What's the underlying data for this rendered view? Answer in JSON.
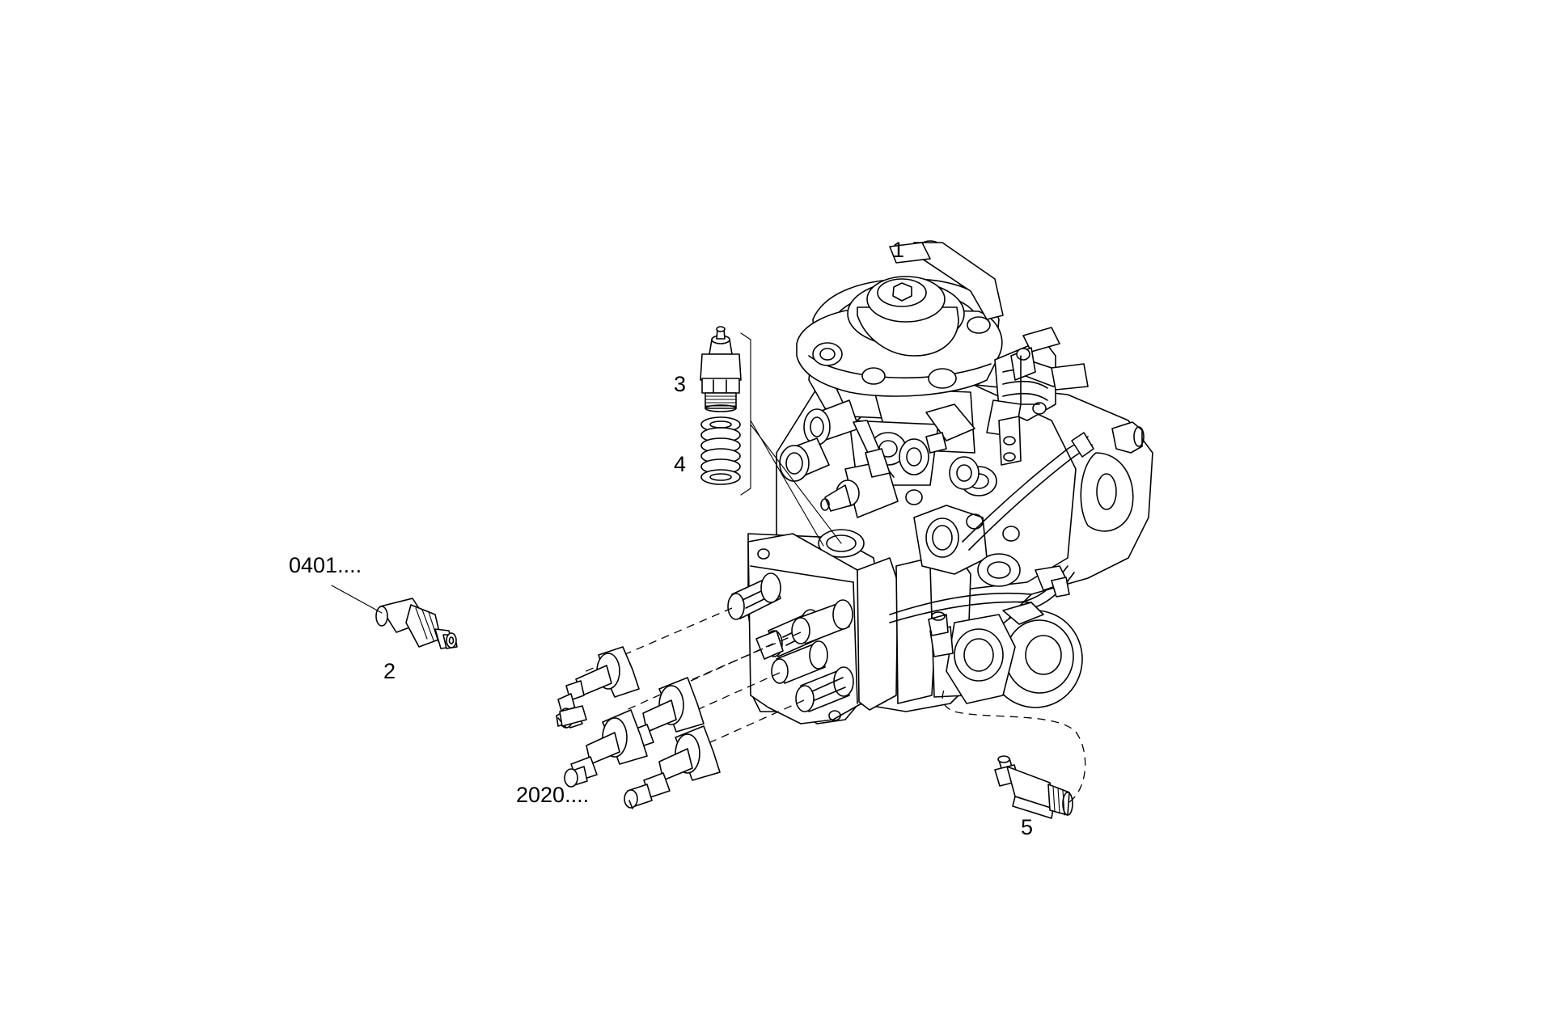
{
  "callouts": {
    "c1": "1",
    "c2": "2",
    "c3": "3",
    "c4": "4",
    "c5": "5",
    "ref_0401": "0401....",
    "ref_2020": "2020...."
  }
}
